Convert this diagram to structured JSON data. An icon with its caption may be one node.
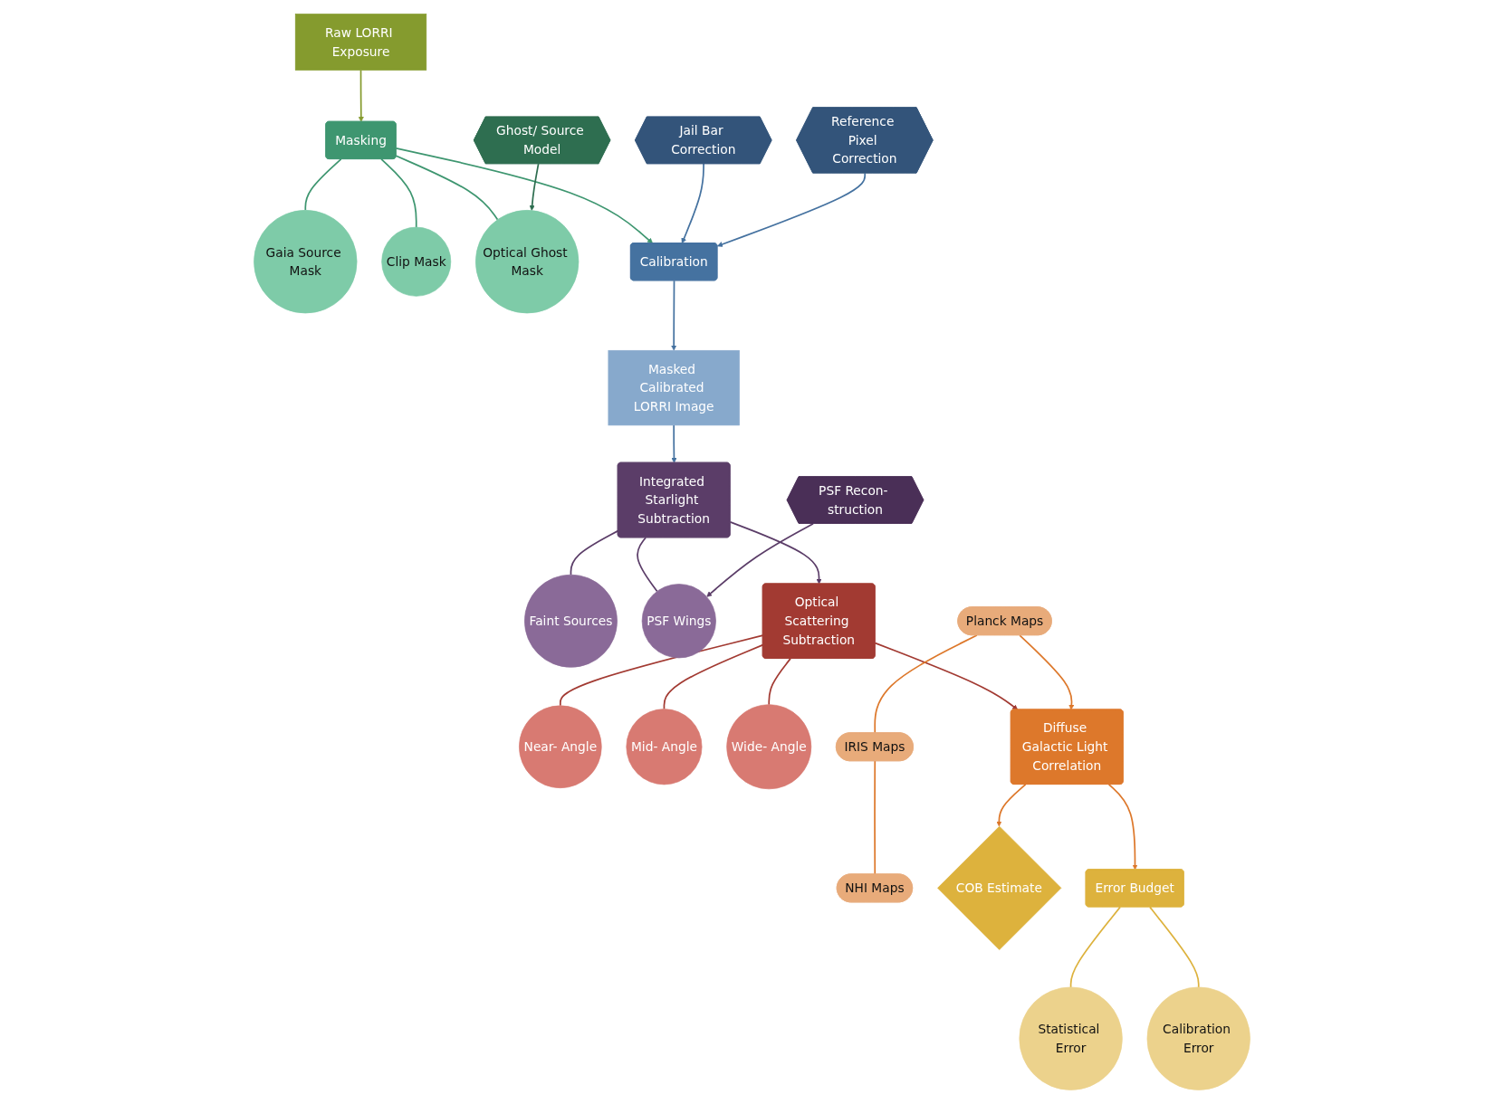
{
  "diagram": {
    "nodes": [
      {
        "text": [
          "Raw LORRI Exposure"
        ]
      },
      {
        "text": [
          "Masking"
        ]
      },
      {
        "text": [
          "Gaia Source Mask"
        ]
      },
      {
        "text": [
          "Clip Mask"
        ]
      },
      {
        "text": [
          "Optical Ghost Mask"
        ]
      },
      {
        "text": [
          "Ghost/ Source Model"
        ]
      },
      {
        "text": [
          "Jail Bar Correction"
        ]
      },
      {
        "text": [
          "Reference Pixel Correction"
        ]
      },
      {
        "text": [
          "Calibration"
        ]
      },
      {
        "text": [
          "Masked Calibrated LORRI Image"
        ]
      },
      {
        "text": [
          "Integrated Starlight Subtraction"
        ]
      },
      {
        "text": [
          "Faint Sources"
        ]
      },
      {
        "text": [
          "PSF Wings"
        ]
      },
      {
        "text": [
          "PSF Recon- struction"
        ]
      },
      {
        "text": [
          "Optical Scattering Subtraction"
        ]
      },
      {
        "text": [
          "Near- Angle"
        ]
      },
      {
        "text": [
          "Mid- Angle"
        ]
      },
      {
        "text": [
          "Wide- Angle"
        ]
      },
      {
        "text": [
          "Diffuse Galactic Light Correlation"
        ]
      },
      {
        "text": [
          "Planck Maps"
        ]
      },
      {
        "text": [
          "IRIS Maps"
        ]
      },
      {
        "text": [
          "NHI Maps"
        ]
      },
      {
        "text": [
          "COB Estimate"
        ]
      },
      {
        "text": [
          "Error Budget"
        ]
      },
      {
        "text": [
          "Statistical Error"
        ]
      },
      {
        "text": [
          "Calibration Error"
        ]
      }
    ],
    "edges": [
      {
        "from": 0,
        "to": 1,
        "arrow": "to",
        "color": "#859b2e"
      },
      {
        "from": 1,
        "to": 8,
        "arrow": "to",
        "color": "#3e9670"
      },
      {
        "from": 6,
        "to": 8,
        "arrow": "to",
        "color": "#4572a0"
      },
      {
        "from": 7,
        "to": 8,
        "arrow": "to",
        "color": "#4572a0"
      },
      {
        "from": 8,
        "to": 9,
        "arrow": "to",
        "color": "#4572a0"
      },
      {
        "from": 1,
        "to": 2,
        "arrow": "none",
        "color": "#3e9670"
      },
      {
        "from": 1,
        "to": 3,
        "arrow": "none",
        "color": "#3e9670"
      },
      {
        "from": 1,
        "to": 4,
        "arrow": "none",
        "color": "#3e9670"
      },
      {
        "from": 5,
        "to": 4,
        "arrow": "to",
        "color": "#2e6e50"
      },
      {
        "from": 9,
        "to": 10,
        "arrow": "to",
        "color": "#4572a0"
      },
      {
        "from": 10,
        "to": 11,
        "arrow": "none",
        "color": "#5b3d68"
      },
      {
        "from": 10,
        "to": 12,
        "arrow": "none",
        "color": "#5b3d68"
      },
      {
        "from": 13,
        "to": 12,
        "arrow": "to",
        "color": "#5b3d68"
      },
      {
        "from": 10,
        "to": 14,
        "arrow": "to",
        "color": "#5b3d68"
      },
      {
        "from": 14,
        "to": 15,
        "arrow": "none",
        "color": "#a23a32"
      },
      {
        "from": 14,
        "to": 16,
        "arrow": "none",
        "color": "#a23a32"
      },
      {
        "from": 14,
        "to": 17,
        "arrow": "none",
        "color": "#a23a32"
      },
      {
        "from": 14,
        "to": 18,
        "arrow": "to",
        "color": "#a23a32"
      },
      {
        "from": 19,
        "to": 18,
        "arrow": "to",
        "color": "#dd782b"
      },
      {
        "from": 19,
        "to": 20,
        "arrow": "none",
        "color": "#dd782b"
      },
      {
        "from": 20,
        "to": 21,
        "arrow": "none",
        "color": "#dd782b"
      },
      {
        "from": 18,
        "to": 22,
        "arrow": "to",
        "color": "#dd782b"
      },
      {
        "from": 18,
        "to": 23,
        "arrow": "to",
        "color": "#dd782b"
      },
      {
        "from": 23,
        "to": 24,
        "arrow": "none",
        "color": "#ddb23d"
      },
      {
        "from": 23,
        "to": 25,
        "arrow": "none",
        "color": "#ddb23d"
      }
    ]
  }
}
